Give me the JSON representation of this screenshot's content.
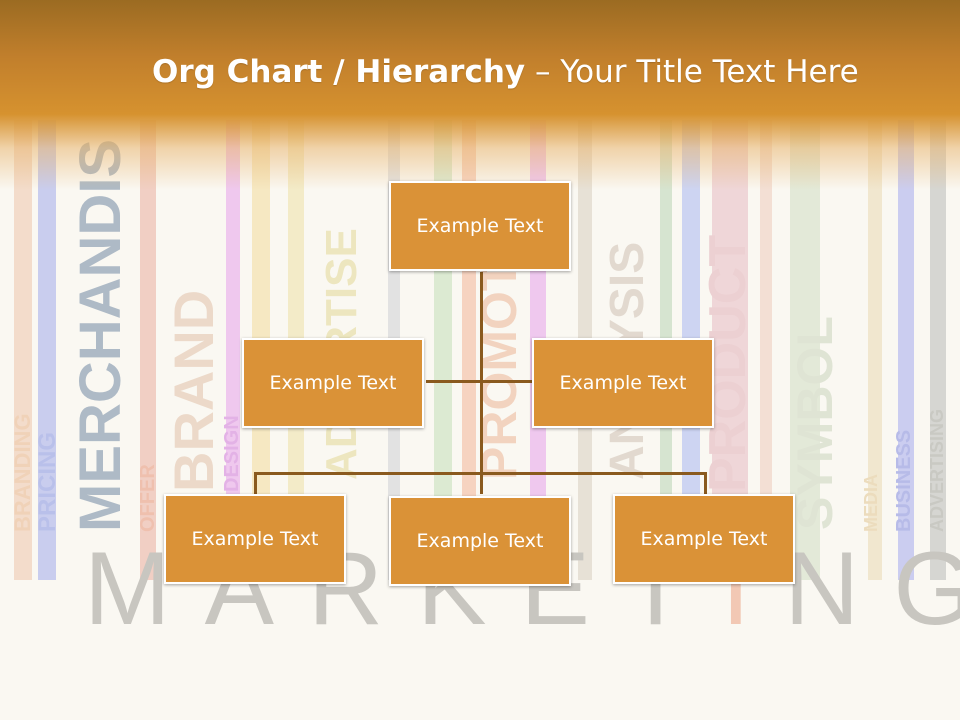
{
  "slide": {
    "title_bold": "Org Chart / Hierarchy",
    "title_dash": " – ",
    "title_rest": "Your Title Text Here"
  },
  "background": {
    "words": [
      "BRANDING",
      "PRICING",
      "MERCHANDIS",
      "OFFER",
      "BRAND",
      "DESIGN",
      "ADVERTISE",
      "PROMOTI",
      "ANALYSIS",
      "PRODUCT",
      "SYMBOL",
      "MEDIA",
      "BUSINESS",
      "ADVERTISING"
    ],
    "marketing_start": "MARKET",
    "marketing_hl": "I",
    "marketing_end": "NG"
  },
  "org_chart": {
    "root": {
      "label": "Example Text"
    },
    "assistants": [
      {
        "label": "Example Text"
      },
      {
        "label": "Example Text"
      }
    ],
    "children": [
      {
        "label": "Example Text"
      },
      {
        "label": "Example Text"
      },
      {
        "label": "Example Text"
      }
    ]
  },
  "colors": {
    "node_fill": "#da9237",
    "node_border": "#ffffff",
    "connector": "#8a5a1e",
    "header": "#d6922f"
  }
}
